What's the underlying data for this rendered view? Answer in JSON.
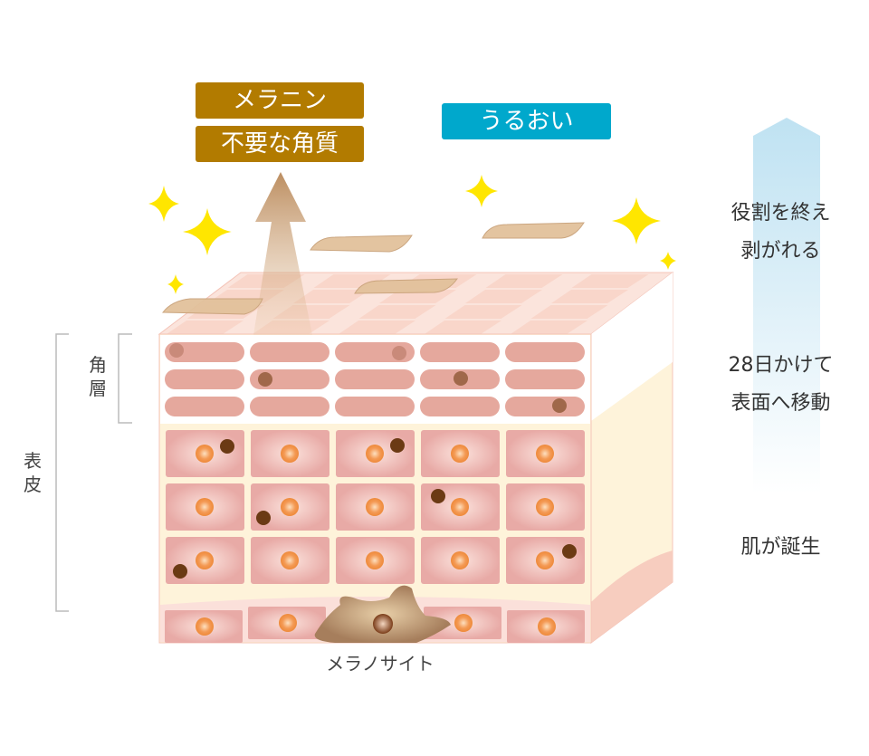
{
  "tags": {
    "melanin": "メラニン",
    "dead_cells": "不要な角質",
    "moisture": "うるおい"
  },
  "right_labels": {
    "top_line1": "役割を終え",
    "top_line2": "剥がれる",
    "mid_line1": "28日かけて",
    "mid_line2": "表面へ移動",
    "bottom": "肌が誕生"
  },
  "left_labels": {
    "stratum_corneum": "角層",
    "epidermis": "表皮"
  },
  "bottom_label": "メラノサイト",
  "colors": {
    "melanin_tag": "#b27b00",
    "moisture_tag": "#00a8cc",
    "cell": "#e8aaa5",
    "horny": "#e5a89d",
    "nucleus": "#f0873a",
    "melanin": "#6b3a14"
  }
}
